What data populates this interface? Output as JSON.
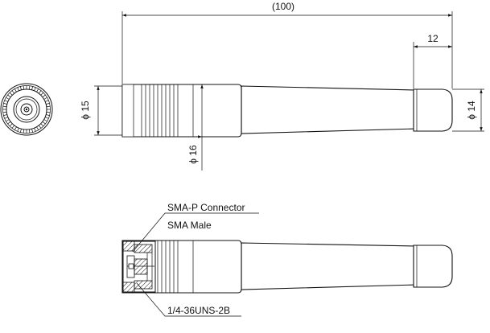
{
  "dimensions": {
    "overall_length": "(100)",
    "tip_length": "12",
    "dia_connector": "ϕ 15",
    "dia_grip": "ϕ 16",
    "dia_tip": "ϕ 14"
  },
  "labels": {
    "connector_type": "SMA-P Connector",
    "gender": "SMA Male",
    "thread": "1/4-36UNS-2B"
  }
}
